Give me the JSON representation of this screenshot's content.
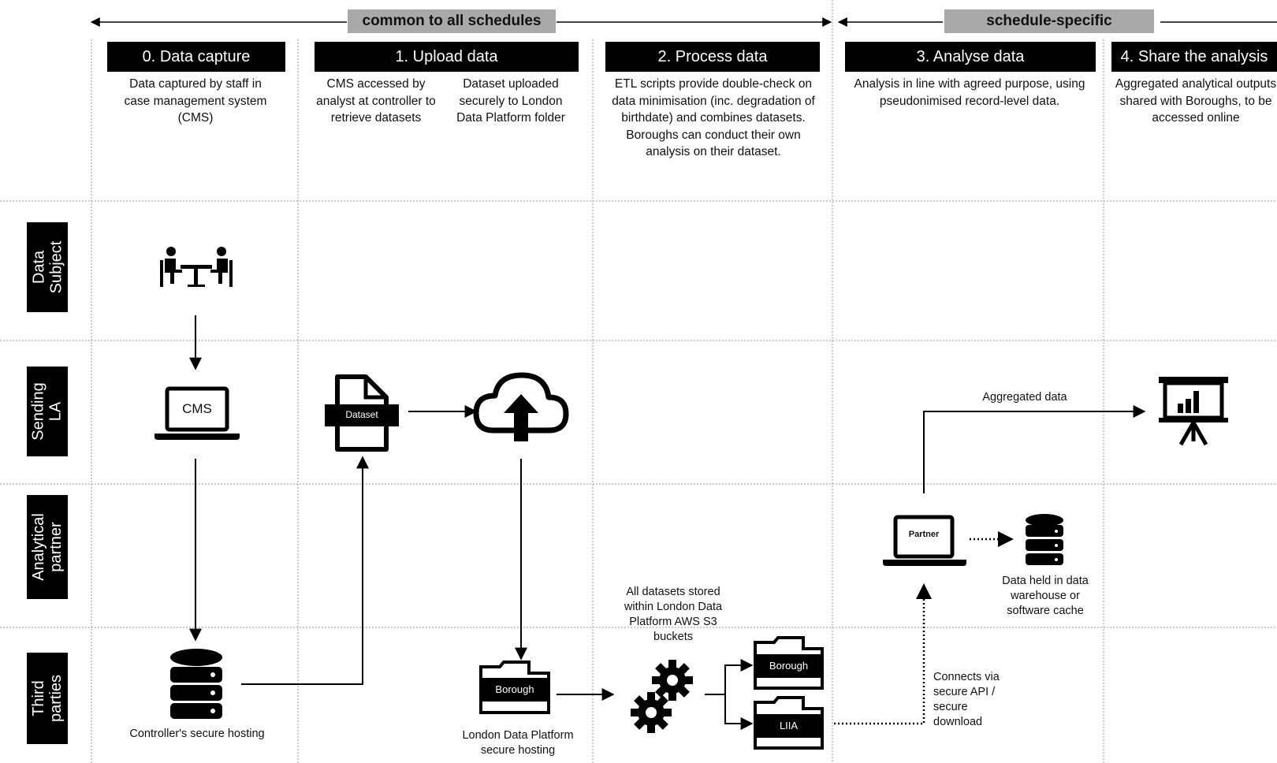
{
  "bands": {
    "common": "common to all schedules",
    "specific": "schedule-specific"
  },
  "columns": [
    {
      "label": "0. Data capture"
    },
    {
      "label": "1. Upload data"
    },
    {
      "label": "2. Process data"
    },
    {
      "label": "3. Analyse data"
    },
    {
      "label": "4. Share the analysis"
    }
  ],
  "descriptions": {
    "capture": "Data captured by staff in case management system (CMS)",
    "upload_a": "CMS accessed by analyst at controller to retrieve datasets",
    "upload_b": "Dataset uploaded securely to London Data Platform folder",
    "process": "ETL scripts provide double-check on data minimisation (inc. degradation of birthdate) and combines datasets. Boroughs can conduct their own analysis on their dataset.",
    "analyse": "Analysis in line with agreed purpose, using pseudonimised record-level data.",
    "share": "Aggregated analytical outputs shared with Boroughs, to be accessed online"
  },
  "lanes": [
    {
      "label": "Data\nSubject"
    },
    {
      "label": "Sending\nLA"
    },
    {
      "label": "Analytical\npartner"
    },
    {
      "label": "Third\nparties"
    }
  ],
  "icons": {
    "cms_label": "CMS",
    "dataset_label": "Dataset",
    "partner_label": "Partner",
    "borough_label": "Borough",
    "liia_label": "LIIA",
    "borough_folder_label": "Borough"
  },
  "captions": {
    "controller_hosting": "Controller's secure hosting",
    "ldp_hosting": "London Data Platform secure hosting",
    "s3_buckets": "All datasets stored within London Data Platform AWS S3 buckets",
    "warehouse": "Data held in data warehouse or software cache",
    "connects": "Connects via secure API / secure download",
    "aggregated": "Aggregated data"
  }
}
